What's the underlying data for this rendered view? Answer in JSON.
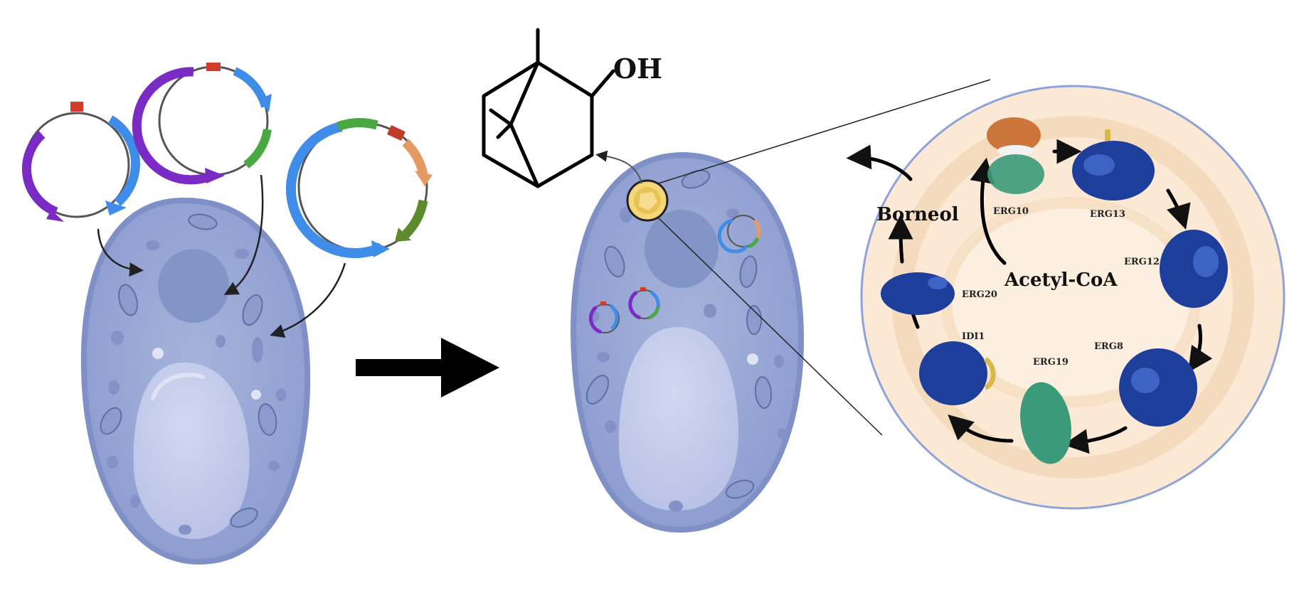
{
  "molecule": {
    "hydroxyl_label": "OH"
  },
  "pathway": {
    "product_label": "Borneol",
    "precursor_label": "Acetyl-CoA",
    "enzymes": [
      "ERG10",
      "ERG13",
      "ERG12",
      "ERG8",
      "ERG19",
      "IDI1",
      "ERG20"
    ]
  },
  "colors": {
    "cell_fill": "#9aa9d4",
    "cell_edge": "#7f90c6",
    "nucleus": "#8597c9",
    "vacuole": "#c3cbe9",
    "zoom_bg": "#fbe9d6",
    "zoom_ring": "#f6dcc0",
    "protein_blue": "#1d3f9b",
    "protein_green": "#3a9a7a",
    "protein_orange": "#c8692b",
    "plasmid_purple": "#7a2bc4",
    "plasmid_blue": "#3f8de8",
    "plasmid_green": "#4aa843",
    "plasmid_red": "#d23a2a",
    "plasmid_orange": "#e69a63",
    "plasmid_olive": "#5e8a2e"
  }
}
